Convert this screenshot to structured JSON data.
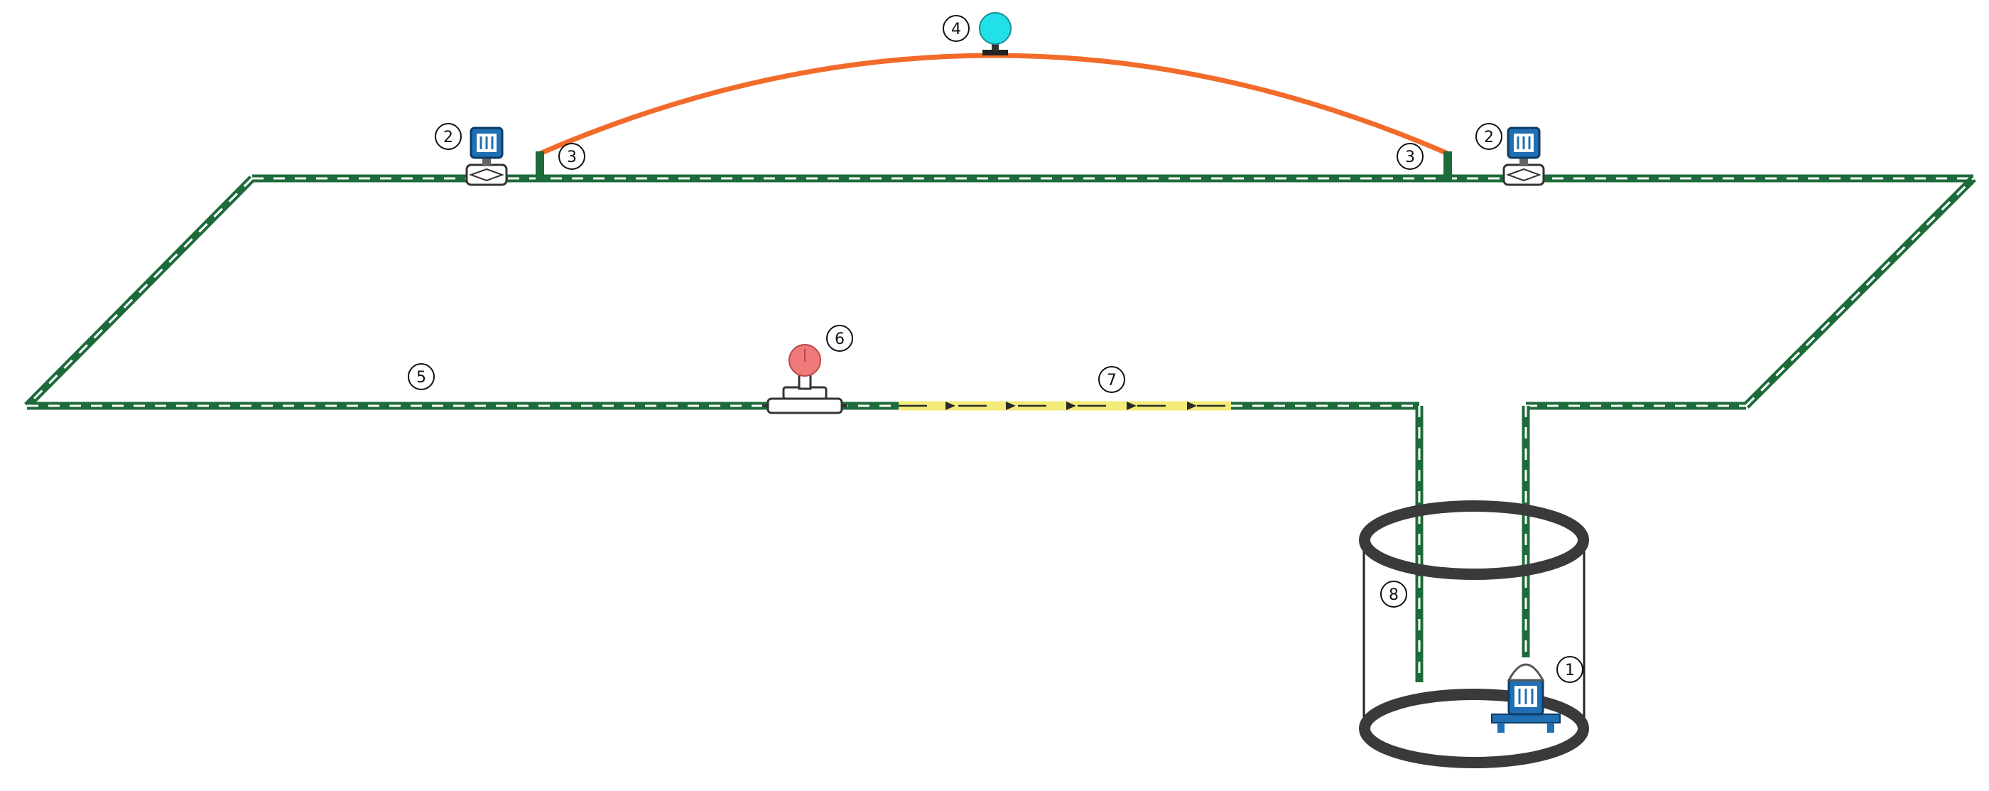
{
  "colors": {
    "pipe": "#1d6b3a",
    "pipe_dash": "#ffffff",
    "hose": "#f26b2a",
    "sensor_cyan": "#22e0e8",
    "sensor_red": "#f07a7a",
    "test_section": "#f3ec7a",
    "pump_blue": "#1f6fb2",
    "tank_rim": "#3a3a3a"
  },
  "labels": {
    "pump_submersible": "1",
    "valve_left": "2",
    "valve_right": "2",
    "tap_left": "3",
    "tap_right": "3",
    "pipe_bottom": "5",
    "gauge_top": "4",
    "flowmeter": "6",
    "test_section": "7",
    "return_pipe": "8"
  },
  "icons": {
    "valve": "solenoid-valve-icon",
    "pump": "submersible-pump-icon",
    "gauge_top": "pressure-sensor-icon",
    "gauge_flow": "flowmeter-icon"
  }
}
